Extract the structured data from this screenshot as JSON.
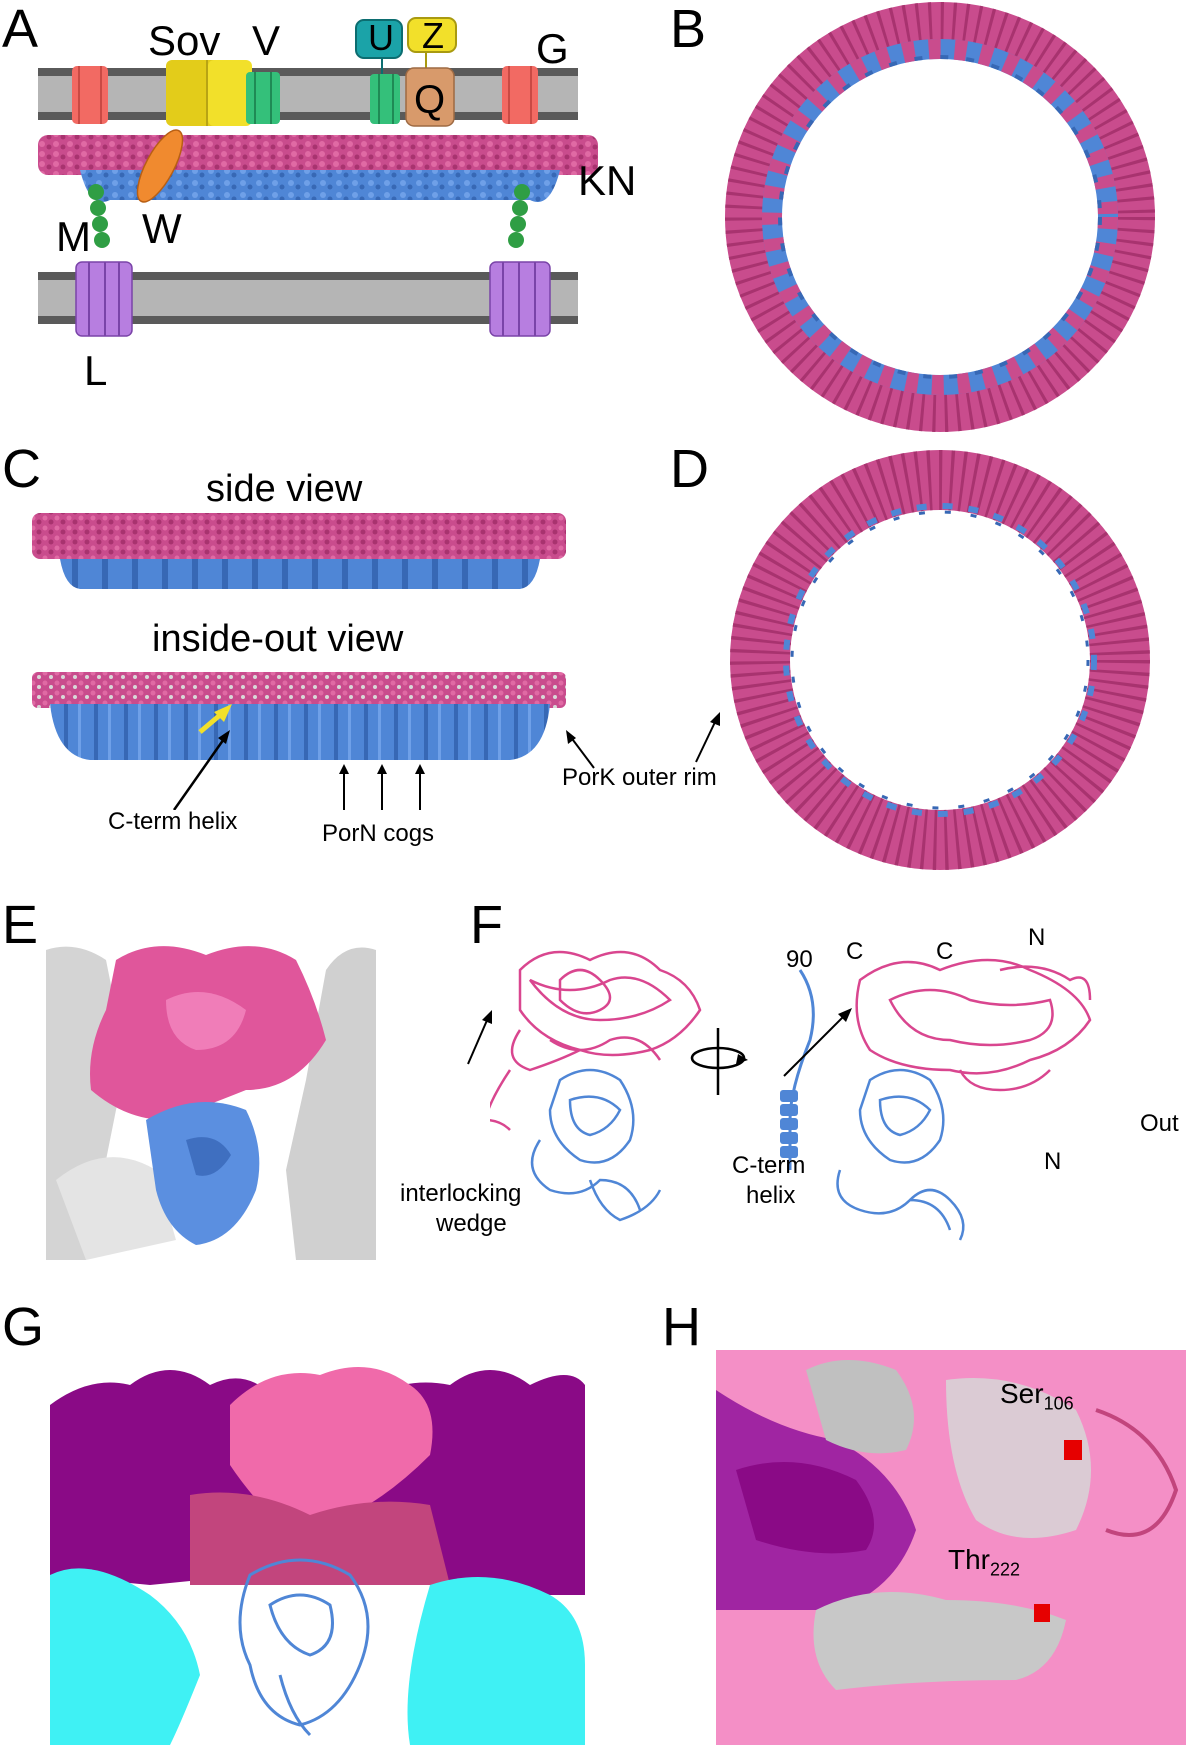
{
  "panel_labels": {
    "a": "A",
    "b": "B",
    "c": "C",
    "d": "D",
    "e": "E",
    "f": "F",
    "g": "G",
    "h": "H"
  },
  "panel_a": {
    "labels": {
      "sov": "Sov",
      "v": "V",
      "u": "U",
      "z": "Z",
      "g": "G",
      "q": "Q",
      "kn": "KN",
      "w": "W",
      "m": "M",
      "l": "L"
    },
    "colors": {
      "porK": "#c94c8d",
      "porN": "#4f86d6",
      "membrane": "#b5b5b5",
      "membrane_edge": "#5a5a5a",
      "porG": "#f26a63",
      "sov": "#e3cc1a",
      "porV": "#34c07a",
      "porU": "#1ba3a8",
      "porZ": "#f2e02a",
      "porQ": "#d89a6b",
      "porW": "#f08a2f",
      "porM": "#2f9e44",
      "porL": "#b77ee0"
    }
  },
  "panel_c": {
    "titles": {
      "side": "side view",
      "inside_out": "inside-out view"
    },
    "annotations": {
      "cterm": "C-term helix",
      "cogs": "PorN cogs",
      "rim": "PorK outer rim"
    }
  },
  "panel_f": {
    "labels": {
      "rotation": "90",
      "c1": "C",
      "c2": "C",
      "n1": "N",
      "n2": "N",
      "out": "Out",
      "wedge_1": "interlocking",
      "wedge_2": "wedge",
      "cterm_1": "C-term",
      "cterm_2": "helix"
    }
  },
  "panel_h": {
    "residues": {
      "ser": "Ser",
      "ser_num": "106",
      "thr": "Thr",
      "thr_num": "222"
    }
  }
}
